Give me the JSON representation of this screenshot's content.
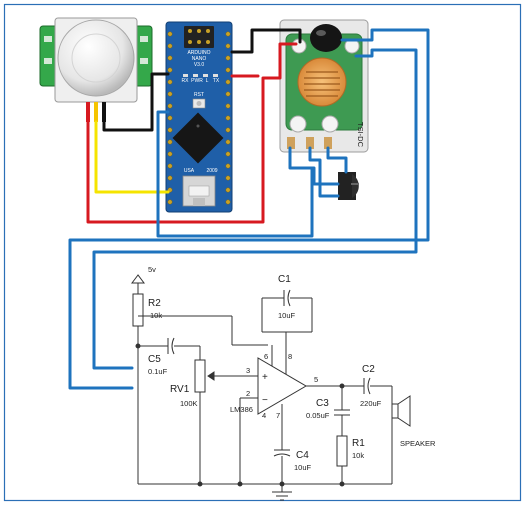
{
  "colors": {
    "wire_blue": "#1e73be",
    "wire_red": "#d71920",
    "wire_black": "#111111",
    "wire_yellow": "#f5e400",
    "board_blue": "#1f5fa8",
    "pir_green": "#34a84a",
    "module_green": "#3e9a52"
  },
  "nano": {
    "title_1": "ARDUINO",
    "title_2": "NANO",
    "title_3": "V3.0",
    "rst": "RST",
    "usb": "USA",
    "year": "2009",
    "pin_labels": [
      "RX",
      "PWR",
      "L",
      "TX"
    ]
  },
  "sound_module": {
    "label": "TSI-DC"
  },
  "schematic": {
    "supply": "5v",
    "r2": {
      "name": "R2",
      "value": "10k"
    },
    "c5": {
      "name": "C5",
      "value": "0.1uF"
    },
    "rv1": {
      "name": "RV1",
      "value": "100K"
    },
    "c1": {
      "name": "C1",
      "value": "10uF"
    },
    "ic": {
      "name": "LM386",
      "pins": [
        "2",
        "3",
        "4",
        "5",
        "6",
        "7",
        "8"
      ]
    },
    "c2": {
      "name": "C2",
      "value": "220uF"
    },
    "c3": {
      "name": "C3",
      "value": "0.05uF"
    },
    "r1": {
      "name": "R1",
      "value": "10k"
    },
    "c4": {
      "name": "C4",
      "value": "10uF"
    },
    "speaker": "SPEAKER",
    "opamp_minus": "−",
    "opamp_plus": "+"
  }
}
